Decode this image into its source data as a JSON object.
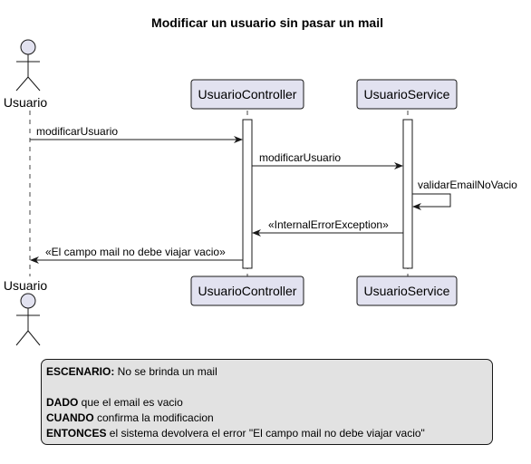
{
  "title": "Modificar un usuario sin pasar un mail",
  "participants": {
    "actor": "Usuario",
    "controller": "UsuarioController",
    "service": "UsuarioService"
  },
  "messages": {
    "m1": "modificarUsuario",
    "m2": "modificarUsuario",
    "m3": "validarEmailNoVacio",
    "m4": "«InternalErrorException»",
    "m5": "«El campo mail no debe viajar vacio»"
  },
  "note": {
    "escenario_key": "ESCENARIO:",
    "escenario_text": " No se brinda un mail",
    "dado_key": "DADO",
    "dado_text": " que el email es vacio",
    "cuando_key": "CUANDO",
    "cuando_text": " confirma la modificacion",
    "entonces_key": "ENTONCES",
    "entonces_text": " el sistema devolvera el error \"El campo mail no debe viajar vacio\""
  },
  "colors": {
    "participant_fill": "#e2e2f0",
    "border": "#181818",
    "note_fill": "#e2e2e2"
  }
}
